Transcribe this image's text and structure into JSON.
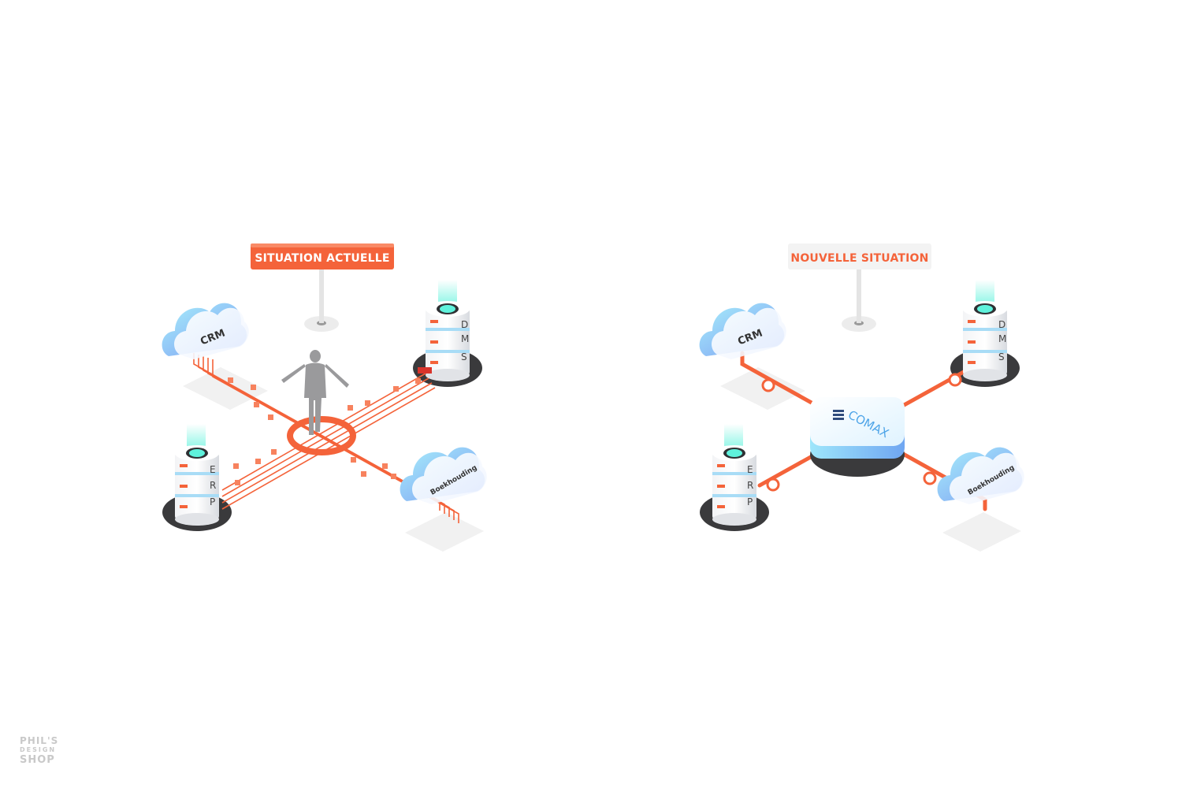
{
  "colors": {
    "accent": "#f4633a",
    "cloud_top": "#a6eefa",
    "cloud_bottom": "#7d9cf3",
    "glow": "#5ff2dc",
    "base_dark": "#3a3a3c",
    "person": "#9a9a9c"
  },
  "left_panel": {
    "sign_label": "SITUATION ACTUELLE",
    "crm_label": "CRM",
    "boekhouding_label": "Boekhouding",
    "dms_letters": [
      "D",
      "M",
      "S"
    ],
    "erp_letters": [
      "E",
      "R",
      "P"
    ],
    "hub_icon": "person-icon"
  },
  "right_panel": {
    "sign_label": "NOUVELLE SITUATION",
    "crm_label": "CRM",
    "boekhouding_label": "Boekhouding",
    "dms_letters": [
      "D",
      "M",
      "S"
    ],
    "erp_letters": [
      "E",
      "R",
      "P"
    ],
    "hub_logo_text": "COMAX"
  },
  "watermark": {
    "line1": "PHIL'S",
    "line2": "DESIGN",
    "line3": "SHOP"
  }
}
